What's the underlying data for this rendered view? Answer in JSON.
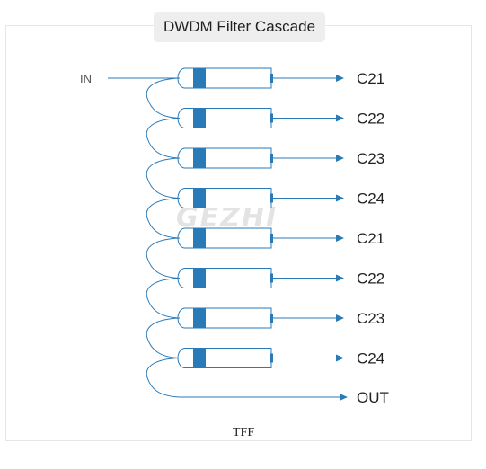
{
  "diagram": {
    "title": "DWDM Filter Cascade",
    "input_label": "IN",
    "output_label": "OUT",
    "caption": "TFF",
    "watermark": "GEZHI",
    "filters": [
      {
        "channel": "C21"
      },
      {
        "channel": "C22"
      },
      {
        "channel": "C23"
      },
      {
        "channel": "C24"
      },
      {
        "channel": "C21"
      },
      {
        "channel": "C22"
      },
      {
        "channel": "C23"
      },
      {
        "channel": "C24"
      }
    ],
    "colors": {
      "line": "#2a7ab8",
      "filter_band": "#2a7ab8",
      "text": "#222222"
    }
  }
}
